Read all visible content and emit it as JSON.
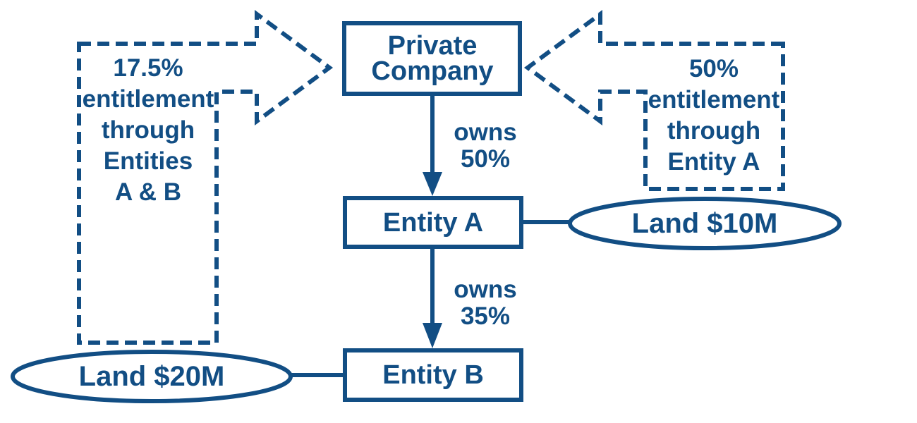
{
  "colors": {
    "ink": "#124e84",
    "background": "#ffffff"
  },
  "diagram": {
    "nodes": {
      "private_company": {
        "lines": [
          "Private",
          "Company"
        ]
      },
      "entity_a": {
        "label": "Entity A"
      },
      "entity_b": {
        "label": "Entity B"
      },
      "land_a": {
        "label": "Land $10M"
      },
      "land_b": {
        "label": "Land $20M"
      }
    },
    "ownership_edges": {
      "pc_to_a": {
        "lines": [
          "owns",
          "50%"
        ]
      },
      "a_to_b": {
        "lines": [
          "owns",
          "35%"
        ]
      }
    },
    "entitlement_callouts": {
      "left": {
        "lines": [
          "17.5%",
          "entitlement",
          "through",
          "Entities",
          "A & B"
        ]
      },
      "right": {
        "lines": [
          "50%",
          "entitlement",
          "through",
          "Entity A"
        ]
      }
    }
  }
}
